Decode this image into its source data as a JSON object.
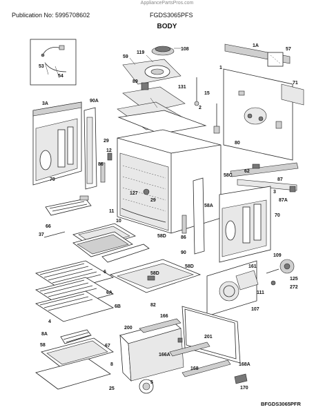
{
  "header": {
    "watermark": "AppliancePartsPros.com",
    "publication": "Publication No: 5995708602",
    "model": "FGDS3065PFS",
    "section_title": "BODY"
  },
  "footer": {
    "diagram_code": "BFGDS3065PFR"
  },
  "part_labels": [
    {
      "id": "p53",
      "text": "53"
    },
    {
      "id": "p54",
      "text": "54"
    },
    {
      "id": "p59",
      "text": "59"
    },
    {
      "id": "p119",
      "text": "119"
    },
    {
      "id": "p108",
      "text": "108"
    },
    {
      "id": "p1a",
      "text": "1A"
    },
    {
      "id": "p57",
      "text": "57"
    },
    {
      "id": "p89",
      "text": "89"
    },
    {
      "id": "p131",
      "text": "131"
    },
    {
      "id": "p1",
      "text": "1"
    },
    {
      "id": "p71",
      "text": "71"
    },
    {
      "id": "p15",
      "text": "15"
    },
    {
      "id": "p2",
      "text": "2"
    },
    {
      "id": "p3a",
      "text": "3A"
    },
    {
      "id": "p90a",
      "text": "90A"
    },
    {
      "id": "p80",
      "text": "80"
    },
    {
      "id": "p29a",
      "text": "29"
    },
    {
      "id": "p12",
      "text": "12"
    },
    {
      "id": "p86a",
      "text": "86"
    },
    {
      "id": "p70a",
      "text": "70"
    },
    {
      "id": "p58c",
      "text": "58C"
    },
    {
      "id": "p62",
      "text": "62"
    },
    {
      "id": "p87",
      "text": "87"
    },
    {
      "id": "p3",
      "text": "3"
    },
    {
      "id": "p87a",
      "text": "87A"
    },
    {
      "id": "p127",
      "text": "127"
    },
    {
      "id": "p29b",
      "text": "29"
    },
    {
      "id": "p11",
      "text": "11"
    },
    {
      "id": "p58a",
      "text": "58A"
    },
    {
      "id": "p70b",
      "text": "70"
    },
    {
      "id": "p66",
      "text": "66"
    },
    {
      "id": "p10",
      "text": "10"
    },
    {
      "id": "p37",
      "text": "37"
    },
    {
      "id": "p86b",
      "text": "86"
    },
    {
      "id": "p58d1",
      "text": "58D"
    },
    {
      "id": "p90",
      "text": "90"
    },
    {
      "id": "p58d2",
      "text": "58D"
    },
    {
      "id": "p161",
      "text": "161"
    },
    {
      "id": "p109",
      "text": "109"
    },
    {
      "id": "p6",
      "text": "6"
    },
    {
      "id": "p58d3",
      "text": "58D"
    },
    {
      "id": "p125",
      "text": "125"
    },
    {
      "id": "p111",
      "text": "111"
    },
    {
      "id": "p272",
      "text": "272"
    },
    {
      "id": "p6a",
      "text": "6A"
    },
    {
      "id": "p6b",
      "text": "6B"
    },
    {
      "id": "p82",
      "text": "82"
    },
    {
      "id": "p107",
      "text": "107"
    },
    {
      "id": "p4",
      "text": "4"
    },
    {
      "id": "p166",
      "text": "166"
    },
    {
      "id": "p200",
      "text": "200"
    },
    {
      "id": "p201",
      "text": "201"
    },
    {
      "id": "p8a",
      "text": "8A"
    },
    {
      "id": "p58b",
      "text": "58"
    },
    {
      "id": "p67",
      "text": "67"
    },
    {
      "id": "p8",
      "text": "8"
    },
    {
      "id": "p166a",
      "text": "166A"
    },
    {
      "id": "p168",
      "text": "168"
    },
    {
      "id": "p168a",
      "text": "168A"
    },
    {
      "id": "p5",
      "text": "5"
    },
    {
      "id": "p25",
      "text": "25"
    },
    {
      "id": "p170",
      "text": "170"
    }
  ]
}
